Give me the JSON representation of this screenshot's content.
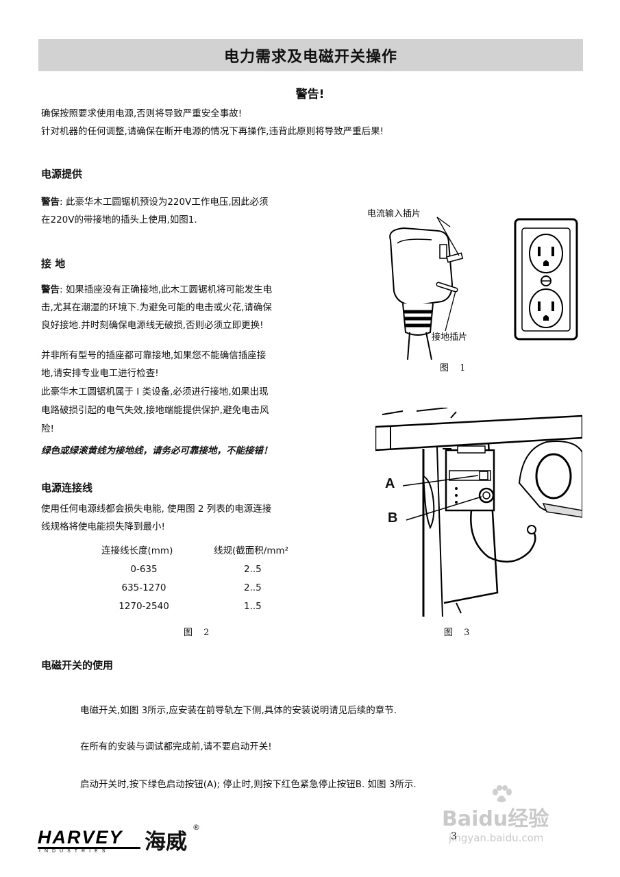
{
  "header": {
    "title": "电力需求及电磁开关操作"
  },
  "warning": {
    "title": "警告!",
    "line1": "确保按照要求使用电源,否则将导致严重安全事故!",
    "line2": "针对机器的任何调整,请确保在断开电源的情况下再操作,违背此原则将导致严重后果!"
  },
  "power_supply": {
    "heading": "电源提供",
    "label": "警告",
    "line1": ": 此豪华木工圆锯机预设为220V工作电压,因此必须",
    "line2": "在220V的带接地的插头上使用,如图1."
  },
  "grounding": {
    "heading": "接 地",
    "label": "警告",
    "line1": ": 如果插座没有正确接地,此木工圆锯机将可能发生电",
    "line2": "击,尤其在潮湿的环境下.为避免可能的电击或火花,请确保",
    "line3": "良好接地.并时刻确保电源线无破损,否则必须立即更换!",
    "line4": "并非所有型号的插座都可靠接地,如果您不能确信插座接",
    "line5": "地,请安排专业电工进行检查!",
    "line6": "此豪华木工圆锯机属于 I 类设备,必须进行接地,如果出现",
    "line7": "电路破损引起的电气失效,接地端能提供保护,避免电击风",
    "line8": "险!",
    "emphasis": "绿色或绿滚黄线为接地线，请务必可靠接地，不能接错！"
  },
  "cord": {
    "heading": "电源连接线",
    "line1": "使用任何电源线都会损失电能, 使用图 2 列表的电源连接",
    "line2": "线规格将使电能损失降到最小!",
    "table": {
      "col1": "连接线长度(mm)",
      "col2": "线规(截面积/mm²",
      "rows": [
        {
          "length": "0-635",
          "gauge": "2..5"
        },
        {
          "length": "635-1270",
          "gauge": "2..5"
        },
        {
          "length": "1270-2540",
          "gauge": "1..5"
        }
      ]
    },
    "caption": "图 2"
  },
  "figure1": {
    "label_input": "电流输入插片",
    "label_ground": "接地插片",
    "caption": "图 1"
  },
  "figure3": {
    "label_a": "A",
    "label_b": "B",
    "caption": "图 3"
  },
  "switch_usage": {
    "heading": "电磁开关的使用",
    "line1": "电磁开关,如图 3所示,应安装在前导轨左下侧,具体的安装说明请见后续的章节.",
    "line2": "在所有的安装与调试都完成前,请不要启动开关!",
    "line3": "启动开关时,按下绿色启动按钮(A);  停止时,则按下红色紧急停止按钮B.  如图 3所示."
  },
  "footer": {
    "brand": "HARVEY",
    "brand_sub": "INDUSTRIES",
    "brand_cn": "海威",
    "registered": "®",
    "page_number": "3",
    "watermark_brand": "Baidu经验",
    "watermark_url": "jingyan.baidu.com"
  }
}
